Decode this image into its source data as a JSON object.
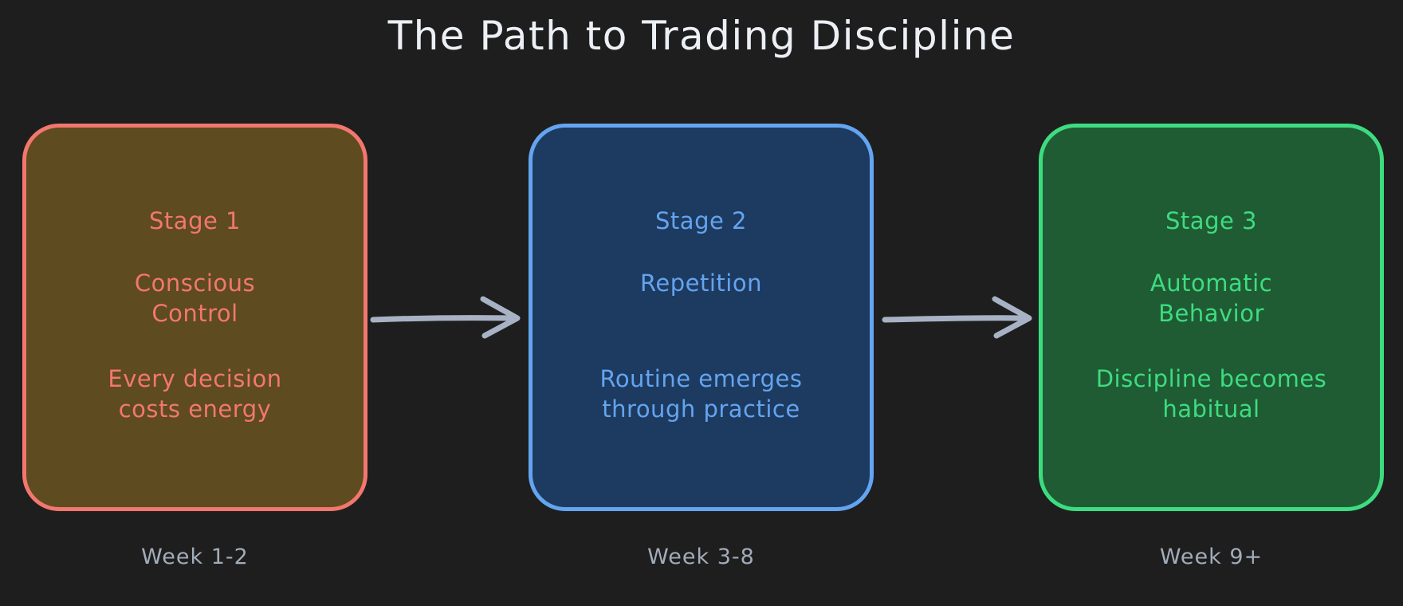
{
  "theme": {
    "background": "#1e1e1e",
    "title_color": "#eceff4",
    "arrow_color": "#a7b3c4",
    "week_color": "#a2acba"
  },
  "title": "The Path to Trading Discipline",
  "stages": [
    {
      "label": "Stage 1",
      "heading": "Conscious\nControl",
      "description": "Every decision\ncosts energy",
      "week": "Week 1-2",
      "colors": {
        "border": "#f3776e",
        "fill": "#5e4b20",
        "text": "#f3776e"
      }
    },
    {
      "label": "Stage 2",
      "heading": "Repetition",
      "description": "Routine emerges\nthrough practice",
      "week": "Week 3-8",
      "colors": {
        "border": "#64a4f0",
        "fill": "#1d3b60",
        "text": "#64a4f0"
      }
    },
    {
      "label": "Stage 3",
      "heading": "Automatic\nBehavior",
      "description": "Discipline becomes\nhabitual",
      "week": "Week 9+",
      "colors": {
        "border": "#3edc81",
        "fill": "#1f5c33",
        "text": "#3edc81"
      }
    }
  ]
}
